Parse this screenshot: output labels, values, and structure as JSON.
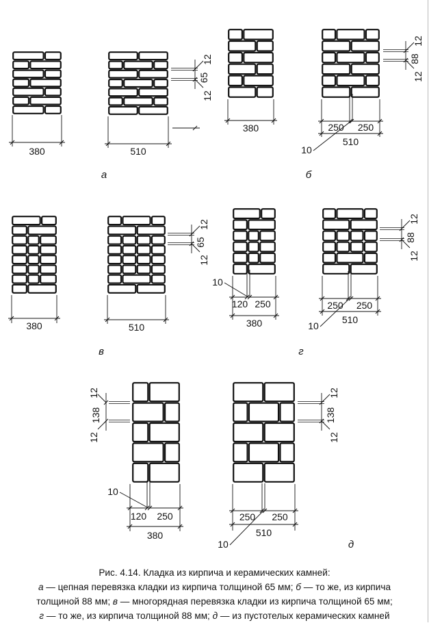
{
  "figures": {
    "a": {
      "letter": "а",
      "pier1": {
        "width": "380"
      },
      "pier2": {
        "width": "510",
        "joint_top": "12",
        "course": "65",
        "joint_bottom": "12"
      }
    },
    "b": {
      "letter": "б",
      "pier1": {
        "width": "380"
      },
      "pier2": {
        "left": "250",
        "right": "250",
        "width": "510",
        "joint": "10",
        "joint_top": "12",
        "course": "88",
        "joint_bottom": "12"
      }
    },
    "v": {
      "letter": "в",
      "pier1": {
        "width": "380"
      },
      "pier2": {
        "width": "510",
        "joint_top": "12",
        "course": "65",
        "joint_bottom": "12"
      }
    },
    "g": {
      "letter": "г",
      "pier1": {
        "left": "120",
        "right": "250",
        "width": "380",
        "joint": "10"
      },
      "pier2": {
        "left": "250",
        "right": "250",
        "width": "510",
        "joint": "10",
        "joint_top": "12",
        "course": "88",
        "joint_bottom": "12"
      }
    },
    "d": {
      "letter": "д",
      "pier1": {
        "left": "120",
        "right": "250",
        "width": "380",
        "joint": "10",
        "joint_top": "12",
        "course": "138",
        "joint_bottom": "12"
      },
      "pier2": {
        "left": "250",
        "right": "250",
        "width": "510",
        "joint": "10",
        "joint_top": "12",
        "course": "138",
        "joint_bottom": "12"
      }
    }
  },
  "caption": {
    "title": "Рис. 4.14. Кладка из кирпича и керамических камней:",
    "a_letter": "а",
    "a_text": " — цепная перевязка кладки из кирпича толщиной 65 мм; ",
    "b_letter": "б",
    "b_text1": " — то же, из кирпича",
    "b_text2": "толщиной 88 мм; ",
    "v_letter": "в",
    "v_text": " — многорядная перевязка кладки из кирпича толщиной 65 мм;",
    "g_letter": "г",
    "g_text": " — то же, из кирпича толщиной 88 мм; ",
    "d_letter": "д",
    "d_text": " — из пустотелых керамических камней"
  }
}
